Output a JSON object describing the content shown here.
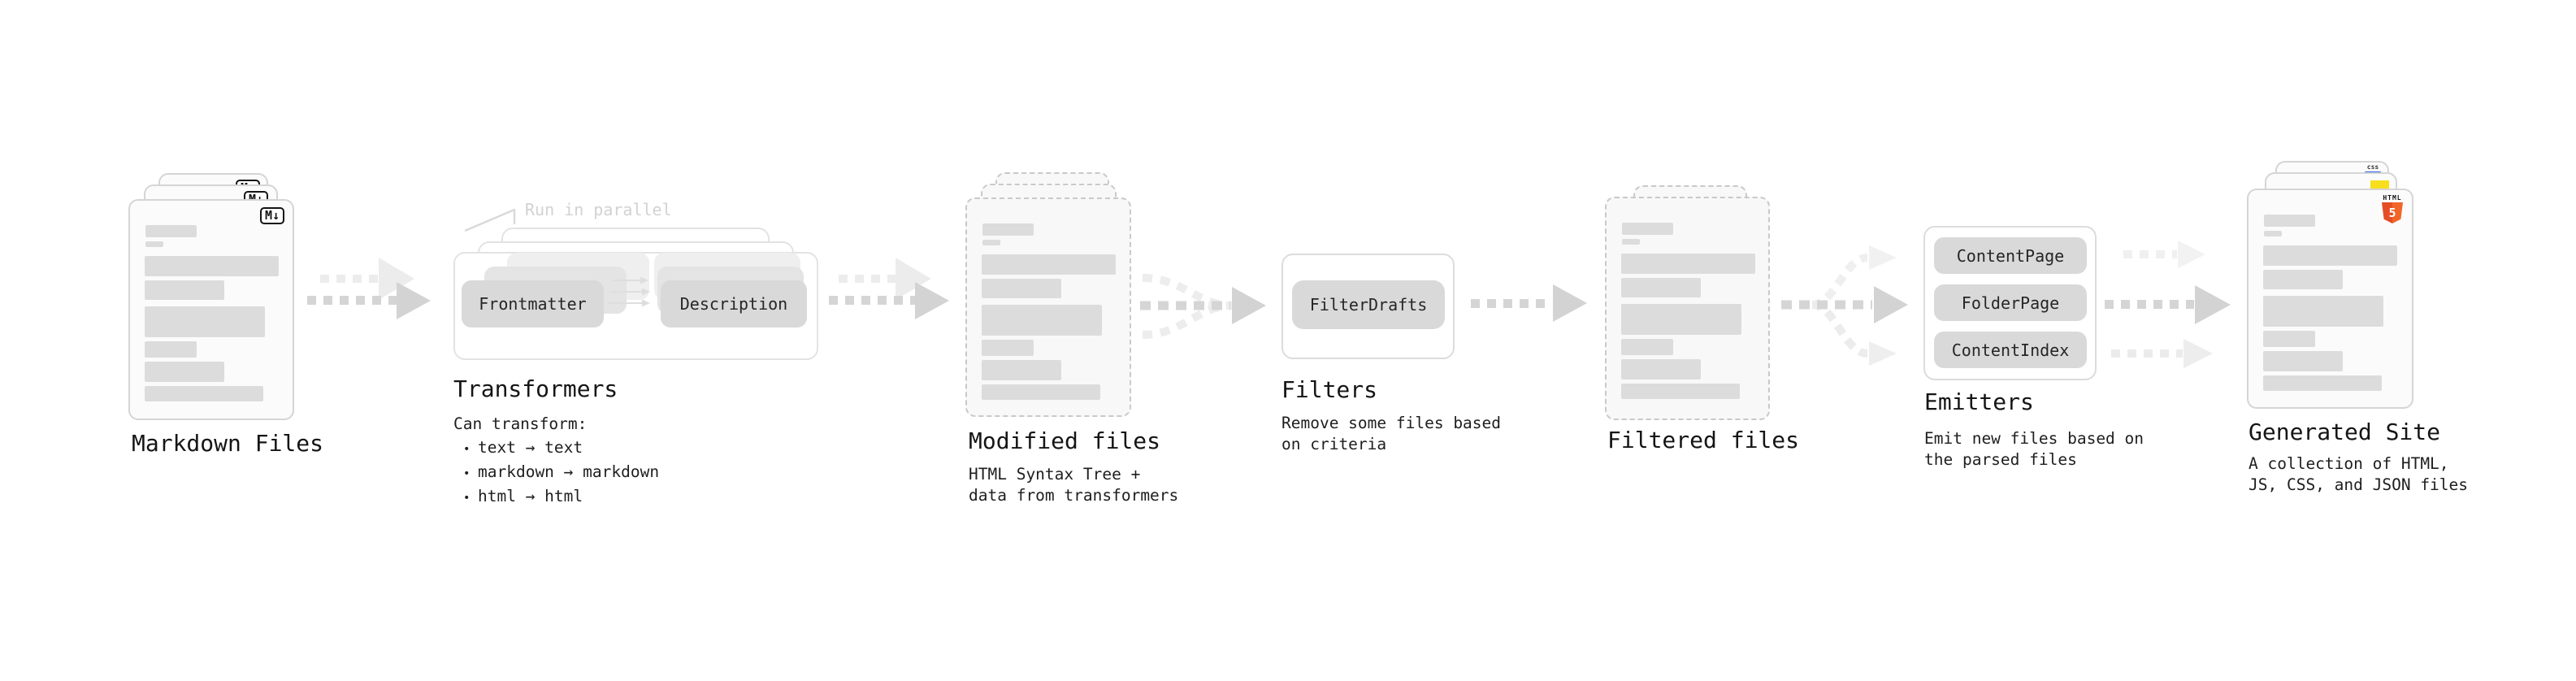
{
  "pipeline": {
    "markdown_files": {
      "label": "Markdown Files",
      "badge": "M↓"
    },
    "transformers": {
      "label": "Transformers",
      "annotation": "Run in parallel",
      "stage_left": "Frontmatter",
      "stage_right": "Description",
      "note_title": "Can transform:",
      "bullet_marker": "•",
      "bullets": [
        "text → text",
        "markdown → markdown",
        "html → html"
      ]
    },
    "modified_files": {
      "label": "Modified files",
      "note": [
        "HTML Syntax Tree +",
        "data from transformers"
      ]
    },
    "filters": {
      "label": "Filters",
      "rule": "FilterDrafts",
      "note": [
        "Remove some files based",
        "on criteria"
      ]
    },
    "filtered_files": {
      "label": "Filtered files"
    },
    "emitters": {
      "label": "Emitters",
      "rules": [
        "ContentPage",
        "FolderPage",
        "ContentIndex"
      ],
      "note": [
        "Emit new files based on",
        "the parsed files"
      ]
    },
    "generated_site": {
      "label": "Generated Site",
      "note": [
        "A collection of HTML,",
        "JS, CSS, and JSON files"
      ],
      "badges": {
        "css": "css",
        "html_label": "HTML",
        "html_number": "5"
      }
    }
  },
  "colors": {
    "html5_orange": "#e44d26",
    "html5_orange_light": "#f16529",
    "js_yellow": "#f7df1e",
    "css_blue": "#2e63e6",
    "muted_annotation": "#d2d2d2",
    "ink": "#151515",
    "arrow_gray": "#d3d3d3",
    "arrow_light": "#ececec"
  }
}
